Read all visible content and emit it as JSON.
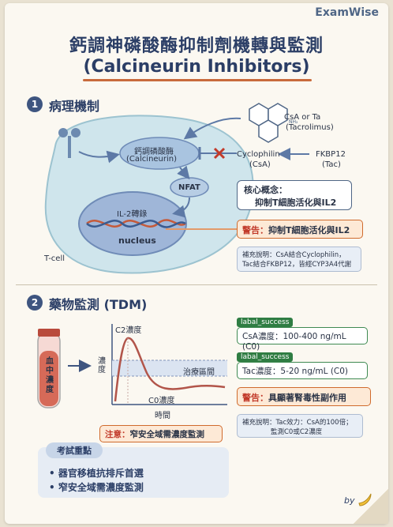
{
  "brand": "ExamWise",
  "title": {
    "line1": "鈣調神磷酸酶抑制劑機轉與監測",
    "line2": "(Calcineurin Inhibitors)"
  },
  "section1": {
    "number": "1",
    "title": "病理機制",
    "drug_label_1": "CsA or Ta",
    "drug_label_2": "(Tacrolimus)",
    "calcineurin_1": "鈣調磷酸酶",
    "calcineurin_2": "(Calcineurin)",
    "nfat": "NFAT",
    "il2": "IL-2轉錄",
    "nucleus": "nucleus",
    "tcell": "T-cell",
    "cyclophilin_1": "Cyclophilin",
    "cyclophilin_2": "(CsA)",
    "fkbp_1": "FKBP12",
    "fkbp_2": "(Tac)",
    "concept_1": "核心概念：",
    "concept_2": "抑制T細胞活化與IL2",
    "warning_prefix": "警告：",
    "warning_text": "抑制T細胞活化與IL2",
    "note_1": "補充說明：CsA結合Cyclophilin，",
    "note_2": "Tac結合FKBP12，皆經CYP3A4代謝"
  },
  "section2": {
    "number": "2",
    "title": "藥物監測 (TDM)",
    "tube_label": "血中濃度",
    "graph_c2": "C2濃度",
    "graph_ylabel": "濃度",
    "graph_range": "治療區間",
    "graph_c0": "C0濃度",
    "graph_xlabel": "時間",
    "caution_prefix": "注意：",
    "caution_text": "窄安全域需濃度監測",
    "tag1": "labal_success",
    "csa_range": "CsA濃度：100-400 ng/mL (C0)",
    "tag2": "labal_success",
    "tac_range": "Tac濃度：5-20 ng/mL (C0)",
    "warning_prefix": "警告：",
    "warning_text": "具顯著腎毒性副作用",
    "note_1": "補充說明：Tac效力：CsA的100倍；",
    "note_2": "監測C0或C2濃度"
  },
  "keypoints": {
    "title": "考試重點",
    "items": [
      "器官移植抗排斥首選",
      "窄安全域需濃度監測"
    ]
  },
  "signature": "by"
}
